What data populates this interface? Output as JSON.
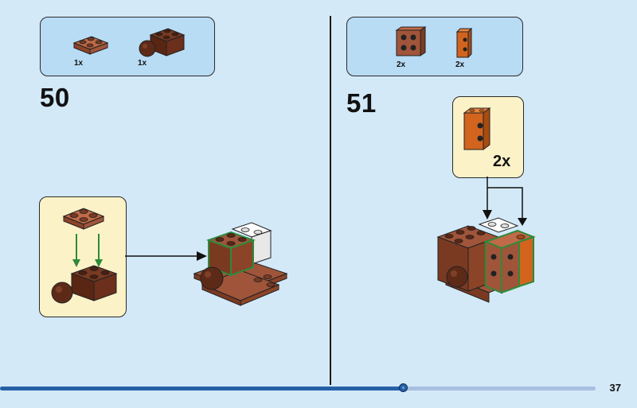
{
  "step_left": {
    "number": "50",
    "parts": [
      {
        "name": "brick-2x2-plate-reddish-brown",
        "qty": "1x"
      },
      {
        "name": "brick-2x2-dark-brown-with-ball",
        "qty": "1x"
      }
    ]
  },
  "step_right": {
    "number": "51",
    "parts": [
      {
        "name": "brick-1x2x2-reddish-brown",
        "qty": "2x"
      },
      {
        "name": "brick-1x2x2-orange",
        "qty": "2x"
      }
    ],
    "callout_qty": "2x"
  },
  "page": {
    "number": "37",
    "progress": 0.676
  },
  "colors": {
    "background": "#d3e9f8",
    "parts_box": "#b9dcf5",
    "callout": "#fcf2c8",
    "reddish_brown": "#a0553a",
    "dark_brown": "#6b2f1c",
    "orange": "#d2641e",
    "assembly_outline": "#2f8a3a",
    "progress": "#2660a6"
  }
}
